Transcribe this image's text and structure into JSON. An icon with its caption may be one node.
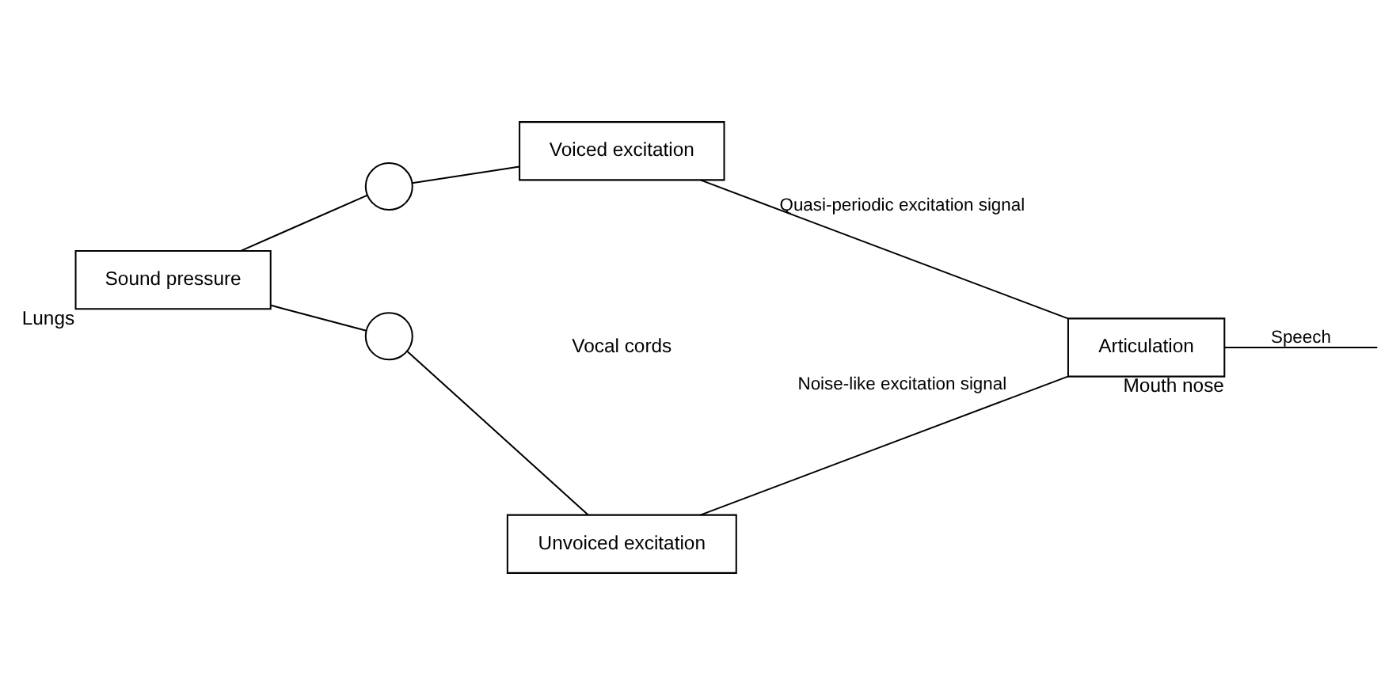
{
  "diagram": {
    "nodes": [
      {
        "text": [
          "Sound pressure"
        ],
        "beside": [
          "Lungs"
        ]
      },
      {
        "text": [],
        "shape": "circle"
      },
      {
        "text": [],
        "shape": "circle"
      },
      {
        "text": [
          "Voiced excitation"
        ]
      },
      {
        "text": [
          "Unvoiced excitation"
        ]
      },
      {
        "text": [
          "Articulation"
        ],
        "beside": [
          "Mouth nose"
        ]
      }
    ],
    "edges": [
      {
        "from": 0,
        "to": 1,
        "arrow": "none"
      },
      {
        "from": 0,
        "to": 2,
        "arrow": "none"
      },
      {
        "from": 1,
        "to": 3,
        "arrow": "none"
      },
      {
        "from": 2,
        "to": 4,
        "arrow": "none"
      },
      {
        "from": 3,
        "to": 5,
        "arrow": "none",
        "label": "Quasi-periodic excitation signal"
      },
      {
        "from": 4,
        "to": 5,
        "arrow": "none",
        "label": "Noise-like excitation signal"
      },
      {
        "from": 5,
        "to": null,
        "arrow": "none",
        "label": "Speech"
      }
    ],
    "labels": [
      "Vocal cords"
    ]
  }
}
